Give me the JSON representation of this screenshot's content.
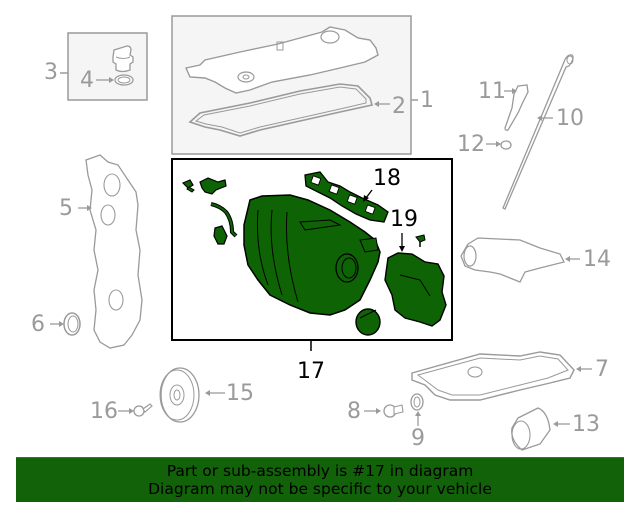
{
  "diagram": {
    "highlighted_part": "17",
    "colors": {
      "highlight_fill": "#0e6404",
      "outline_grey": "#9a9a9a",
      "box_grey": "#f5f5f5",
      "banner_bg": "#116208",
      "active_text": "#000000"
    },
    "callouts": [
      {
        "id": "1",
        "label": "1"
      },
      {
        "id": "2",
        "label": "2"
      },
      {
        "id": "3",
        "label": "3"
      },
      {
        "id": "4",
        "label": "4"
      },
      {
        "id": "5",
        "label": "5"
      },
      {
        "id": "6",
        "label": "6"
      },
      {
        "id": "7",
        "label": "7"
      },
      {
        "id": "8",
        "label": "8"
      },
      {
        "id": "9",
        "label": "9"
      },
      {
        "id": "10",
        "label": "10"
      },
      {
        "id": "11",
        "label": "11"
      },
      {
        "id": "12",
        "label": "12"
      },
      {
        "id": "13",
        "label": "13"
      },
      {
        "id": "14",
        "label": "14"
      },
      {
        "id": "15",
        "label": "15"
      },
      {
        "id": "16",
        "label": "16"
      },
      {
        "id": "17",
        "label": "17"
      },
      {
        "id": "18",
        "label": "18"
      },
      {
        "id": "19",
        "label": "19"
      }
    ]
  },
  "banner": {
    "line1": "Part or sub-assembly is #17 in diagram",
    "line2": "Diagram may not be specific to your vehicle"
  }
}
